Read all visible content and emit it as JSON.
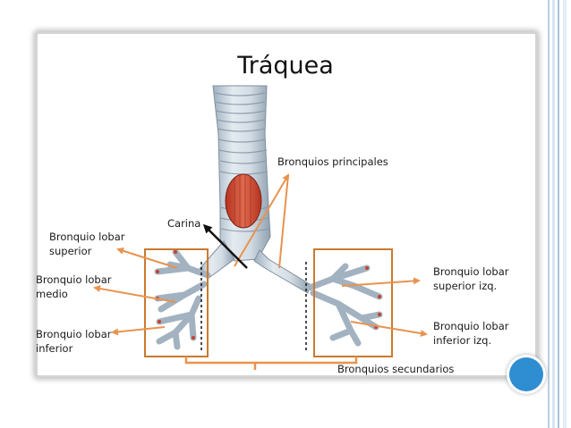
{
  "title": "Tráquea",
  "labels": {
    "bronquios_principales": "Bronquios principales",
    "carina": "Carina",
    "bronquio_lobar_superior": [
      "Bronquio lobar",
      "superior"
    ],
    "bronquio_lobar_medio": [
      "Bronquio lobar",
      "medio"
    ],
    "bronquio_lobar_inferior": [
      "Bronquio lobar",
      "inferior"
    ],
    "bronquio_lobar_superior_izq": [
      "Bronquio lobar",
      "superior izq."
    ],
    "bronquio_lobar_inferior_izq": [
      "Bronquio lobar",
      "inferior izq."
    ],
    "bronquios_secundarios": "Bronquios secundarios"
  },
  "colors": {
    "arrow": "#e8934f",
    "box": "#c97a2f",
    "accent_circle": "#2e8ed1",
    "trachea": "#c9d3dc",
    "muscle": "#c9412e"
  }
}
